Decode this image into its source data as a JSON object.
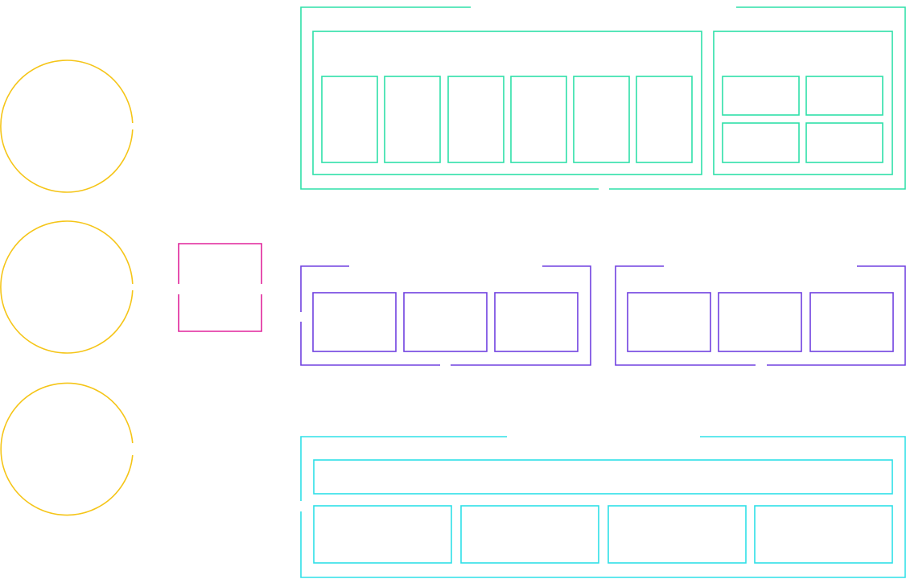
{
  "diagram": {
    "colors": {
      "circles": "#f5c518",
      "square": "#e0249b",
      "top_group": "#2ee0a8",
      "middle_group": "#7040e0",
      "bottom_group": "#2ee0e8"
    },
    "circle_count": 3,
    "top_group": {
      "left_panel_cells": 6,
      "right_panel_grid": [
        2,
        2
      ]
    },
    "middle_group": {
      "panels": 2,
      "cells_per_panel": 3
    },
    "bottom_group": {
      "header_bars": 1,
      "cells": 4
    }
  }
}
